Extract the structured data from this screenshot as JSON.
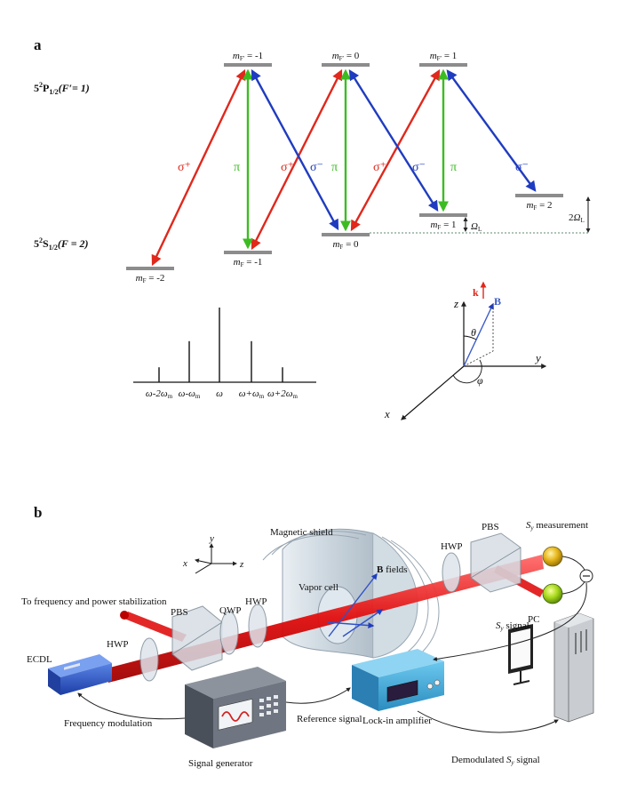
{
  "panel_a": {
    "label": "a",
    "excited_state": "5²P₁/₂ (F′= 1)",
    "ground_state": "5²S₁/₂ (F = 2)",
    "excited_levels": [
      "m_F′ = -1",
      "m_F′ = 0",
      "m_F′ = 1"
    ],
    "ground_levels": [
      "m_F = -2",
      "m_F = -1",
      "m_F = 0",
      "m_F = 1",
      "m_F = 2"
    ],
    "transition_labels": {
      "sigma_plus": "σ⁺",
      "sigma_minus": "σ⁻",
      "pi": "π"
    },
    "splitting_labels": {
      "small": "Ω_L",
      "large": "2Ω_L"
    },
    "spectrum_labels": [
      "ω-2ω_m",
      "ω-ω_m",
      "ω",
      "ω+ω_m",
      "ω+2ω_m"
    ],
    "spectrum_relative_heights": [
      0.2,
      0.55,
      1.0,
      0.55,
      0.2
    ],
    "axes": {
      "x": "x",
      "y": "y",
      "z": "z",
      "k": "k",
      "B": "B",
      "theta": "θ",
      "phi": "φ"
    }
  },
  "panel_b": {
    "label": "b",
    "components": {
      "ecdl": "ECDL",
      "hwp": "HWP",
      "pbs": "PBS",
      "qwp": "QWP",
      "vapor_cell": "Vapor cell",
      "magnetic_shield": "Magnetic shield",
      "b_fields": "B fields",
      "pc": "PC",
      "lock_in": "Lock-in amplifier",
      "signal_generator": "Signal generator"
    },
    "annotations": {
      "stabilization": "To frequency and power stabilization",
      "frequency_modulation": "Frequency modulation",
      "reference_signal": "Reference signal",
      "sy_measurement": "S_y measurement",
      "sy_signal": "S_y signal",
      "demodulated": "Demodulated S_y signal"
    },
    "axes": {
      "x": "x",
      "y": "y",
      "z": "z"
    }
  },
  "colors": {
    "sigma_plus": "#e0281c",
    "sigma_minus": "#1f3cc0",
    "pi": "#3cbc22",
    "level": "#8c8c8c",
    "beam": "#e01010",
    "ecdl": "#2b55c8",
    "lockin": "#33a4d6",
    "siggen": "#5d6470"
  }
}
